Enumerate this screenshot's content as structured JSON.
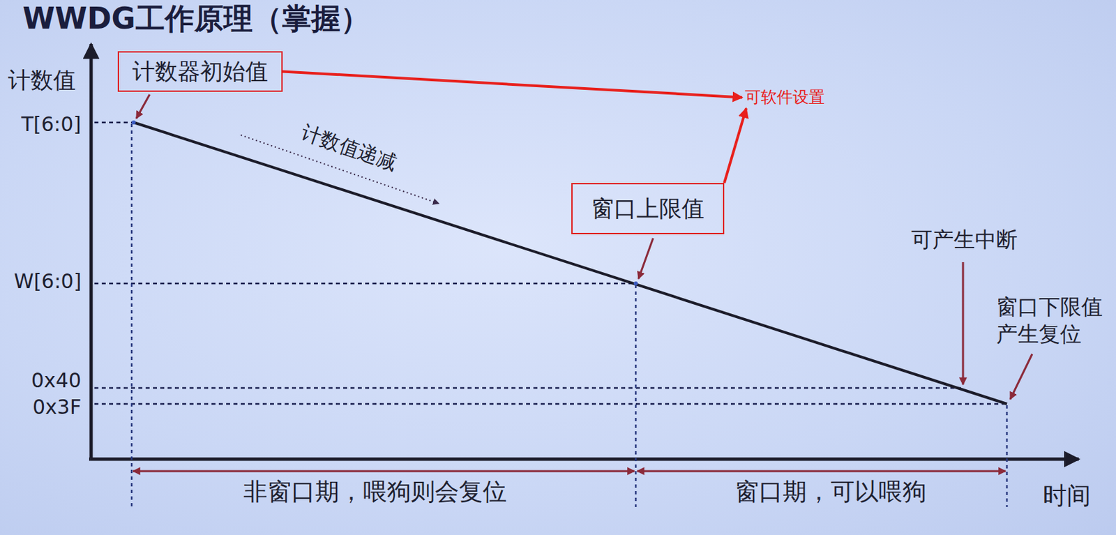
{
  "diagram": {
    "title": "WWDG工作原理（掌握）",
    "nodes": [
      {
        "text": [
          "计数器初始值"
        ]
      },
      {
        "text": [
          "窗口上限值"
        ]
      },
      {
        "text": [
          "可软件设置"
        ]
      }
    ],
    "edges": [
      {
        "from": 0,
        "to": 2,
        "arrow": "to"
      },
      {
        "from": 1,
        "to": 2,
        "arrow": "to"
      }
    ],
    "labels": [
      "计数值",
      "T[6:0]",
      "计数值递减",
      "W[6:0]",
      "可产生中断",
      "窗口下限值 产生复位",
      "0x40",
      "0x3F",
      "非窗口期，喂狗则会复位",
      "窗口期，可以喂狗",
      "时间"
    ]
  }
}
